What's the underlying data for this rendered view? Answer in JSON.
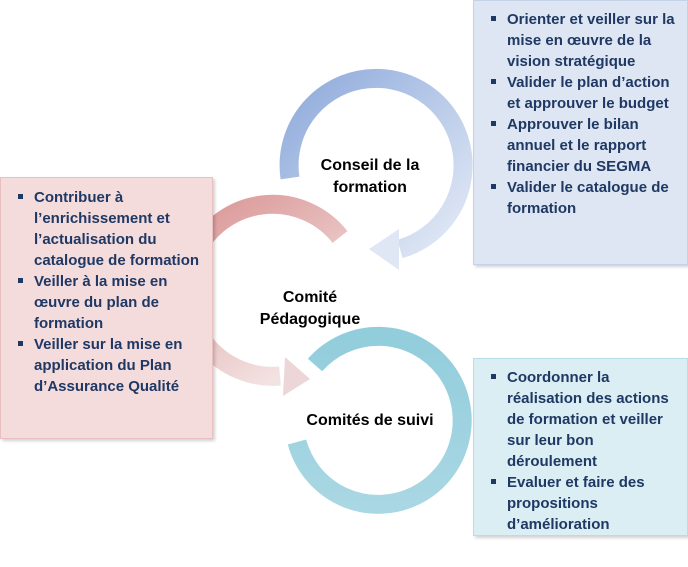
{
  "nodes": {
    "conseil": {
      "label": "Conseil de la formation",
      "color": "#8eaadb"
    },
    "pedagogique": {
      "label": "Comité Pédagogique",
      "color": "#d99594"
    },
    "suivi": {
      "label": "Comités de suivi",
      "color": "#92cddc"
    }
  },
  "panels": {
    "conseil": {
      "items": [
        "Orienter et veiller sur la mise en œuvre de la vision stratégique",
        "Valider le plan d’action et approuver le budget",
        "Approuver le bilan annuel et le rapport financier du SEGMA",
        "Valider le catalogue de formation"
      ]
    },
    "pedagogique": {
      "items": [
        "Contribuer à l’enrichissement et l’actualisation du catalogue de formation",
        "Veiller à la mise en œuvre du plan de formation",
        "Veiller sur la mise en application du Plan d’Assurance Qualité"
      ]
    },
    "suivi": {
      "items": [
        "Coordonner la réalisation des actions de formation et veiller sur leur bon déroulement",
        "Evaluer et faire des propositions d’amélioration"
      ]
    }
  }
}
